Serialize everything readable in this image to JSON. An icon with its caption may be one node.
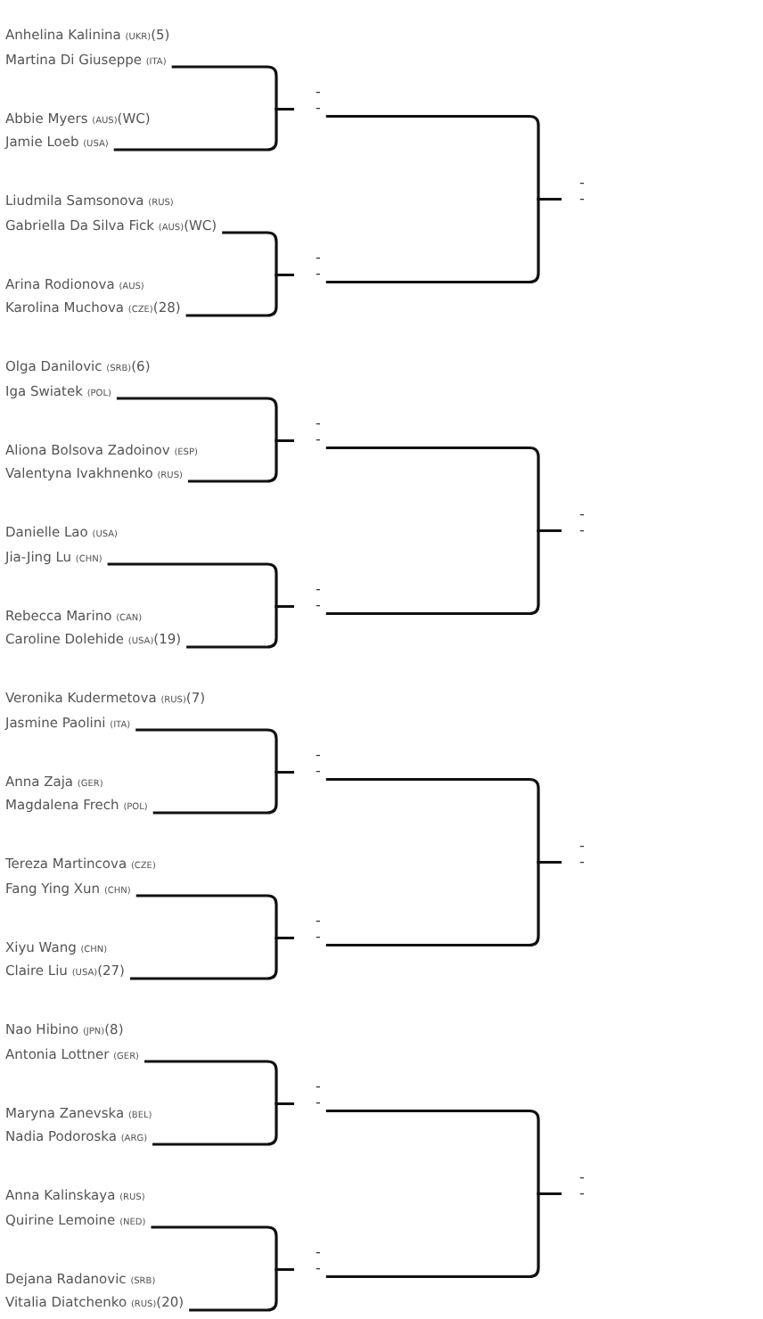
{
  "diagram": {
    "nodes": [
      {
        "text": [
          "Anhelina Kalinina (UKR)(5)",
          "Martina Di Giuseppe (ITA)"
        ]
      },
      {
        "text": [
          "Abbie Myers (AUS)(WC)",
          "Jamie Loeb (USA)"
        ]
      },
      {
        "text": [
          "Liudmila Samsonova (RUS)",
          "Gabriella Da Silva Fick (AUS)(WC)"
        ]
      },
      {
        "text": [
          "Arina Rodionova (AUS)",
          "Karolina Muchova (CZE)(28)"
        ]
      },
      {
        "text": [
          "Olga Danilovic (SRB)(6)",
          "Iga Swiatek (POL)"
        ]
      },
      {
        "text": [
          "Aliona Bolsova Zadoinov (ESP)",
          "Valentyna Ivakhnenko (RUS)"
        ]
      },
      {
        "text": [
          "Danielle Lao (USA)",
          "Jia-Jing Lu (CHN)"
        ]
      },
      {
        "text": [
          "Rebecca Marino (CAN)",
          "Caroline Dolehide (USA)(19)"
        ]
      },
      {
        "text": [
          "Veronika Kudermetova (RUS)(7)",
          "Jasmine Paolini (ITA)"
        ]
      },
      {
        "text": [
          "Anna Zaja (GER)",
          "Magdalena Frech (POL)"
        ]
      },
      {
        "text": [
          "Tereza Martincova (CZE)",
          "Fang Ying Xun (CHN)"
        ]
      },
      {
        "text": [
          "Xiyu Wang (CHN)",
          "Claire Liu (USA)(27)"
        ]
      },
      {
        "text": [
          "Nao Hibino (JPN)(8)",
          "Antonia Lottner (GER)"
        ]
      },
      {
        "text": [
          "Maryna Zanevska (BEL)",
          "Nadia Podoroska (ARG)"
        ]
      },
      {
        "text": [
          "Anna Kalinskaya (RUS)",
          "Quirine Lemoine (NED)"
        ]
      },
      {
        "text": [
          "Dejana Radanovic (SRB)",
          "Vitalia Diatchenko (RUS)(20)"
        ]
      },
      {
        "text": [
          "-",
          "-"
        ]
      },
      {
        "text": [
          "-",
          "-"
        ]
      },
      {
        "text": [
          "-",
          "-"
        ]
      },
      {
        "text": [
          "-",
          "-"
        ]
      },
      {
        "text": [
          "-",
          "-"
        ]
      },
      {
        "text": [
          "-",
          "-"
        ]
      },
      {
        "text": [
          "-",
          "-"
        ]
      },
      {
        "text": [
          "-",
          "-"
        ]
      },
      {
        "text": [
          "-",
          "-"
        ]
      },
      {
        "text": [
          "-",
          "-"
        ]
      },
      {
        "text": [
          "-",
          "-"
        ]
      },
      {
        "text": [
          "-",
          "-"
        ]
      }
    ],
    "edges": [
      {
        "from": 0,
        "to": 16,
        "arrow": "none"
      },
      {
        "from": 1,
        "to": 16,
        "arrow": "none"
      },
      {
        "from": 2,
        "to": 17,
        "arrow": "none"
      },
      {
        "from": 3,
        "to": 17,
        "arrow": "none"
      },
      {
        "from": 4,
        "to": 18,
        "arrow": "none"
      },
      {
        "from": 5,
        "to": 18,
        "arrow": "none"
      },
      {
        "from": 6,
        "to": 19,
        "arrow": "none"
      },
      {
        "from": 7,
        "to": 19,
        "arrow": "none"
      },
      {
        "from": 8,
        "to": 20,
        "arrow": "none"
      },
      {
        "from": 9,
        "to": 20,
        "arrow": "none"
      },
      {
        "from": 10,
        "to": 21,
        "arrow": "none"
      },
      {
        "from": 11,
        "to": 21,
        "arrow": "none"
      },
      {
        "from": 12,
        "to": 22,
        "arrow": "none"
      },
      {
        "from": 13,
        "to": 22,
        "arrow": "none"
      },
      {
        "from": 14,
        "to": 23,
        "arrow": "none"
      },
      {
        "from": 15,
        "to": 23,
        "arrow": "none"
      },
      {
        "from": 16,
        "to": 24,
        "arrow": "none"
      },
      {
        "from": 17,
        "to": 24,
        "arrow": "none"
      },
      {
        "from": 18,
        "to": 25,
        "arrow": "none"
      },
      {
        "from": 19,
        "to": 25,
        "arrow": "none"
      },
      {
        "from": 20,
        "to": 26,
        "arrow": "none"
      },
      {
        "from": 21,
        "to": 26,
        "arrow": "none"
      },
      {
        "from": 22,
        "to": 27,
        "arrow": "none"
      },
      {
        "from": 23,
        "to": 27,
        "arrow": "none"
      }
    ]
  }
}
